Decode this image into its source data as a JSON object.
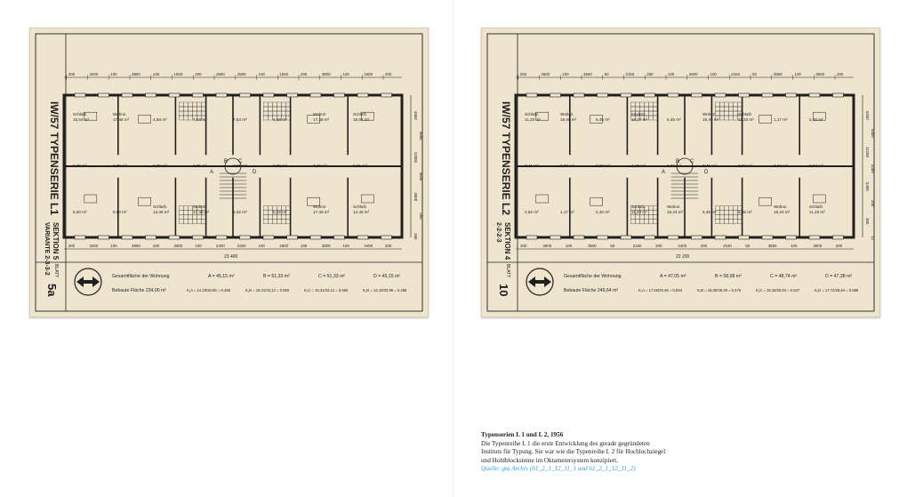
{
  "plates": [
    {
      "series_title": "IW/57 TYPENSERIE L1",
      "section": "SEKTION 5",
      "variant": "VARIANTE 2-3-3-2",
      "sheet_label": "BLATT",
      "sheet_no": "5a",
      "top_dims": [
        "200",
        "3400",
        "100",
        "3800",
        "100",
        "1500",
        "200",
        "2500",
        "2500",
        "100",
        "1500",
        "200",
        "3800",
        "100",
        "3400",
        "200"
      ],
      "bottom_dims": [
        "200",
        "3400",
        "100",
        "3800",
        "100",
        "2800",
        "100",
        "2400",
        "2400",
        "100",
        "2800",
        "100",
        "3800",
        "100",
        "3400",
        "200"
      ],
      "total_width": "23 400",
      "right_dims": [
        "4600",
        "4800",
        "12000",
        "4600",
        "4800",
        "200",
        "360"
      ],
      "rooms": [
        {
          "label": "Schlafz.",
          "area": "15,64 m²"
        },
        {
          "label": "Wohnz.",
          "area": "17,48 m²"
        },
        {
          "label": "",
          "area": "4,58 m²"
        },
        {
          "label": "",
          "area": "7,63 m²"
        },
        {
          "label": "",
          "area": "7,63 m²"
        },
        {
          "label": "",
          "area": "4,58 m²"
        },
        {
          "label": "Wohnz.",
          "area": "17,48 m²"
        },
        {
          "label": "Schlafz.",
          "area": "15,64 m²"
        },
        {
          "label": "",
          "area": "2,25 m²"
        },
        {
          "label": "",
          "area": "3,75 m²"
        },
        {
          "label": "",
          "area": "3,75 m²"
        },
        {
          "label": "",
          "area": "2,25 m²"
        },
        {
          "label": "",
          "area": "2,01 m²"
        },
        {
          "label": "",
          "area": "3,36 m²"
        },
        {
          "label": "",
          "area": "3,36 m²"
        },
        {
          "label": "",
          "area": "2,01 m²"
        },
        {
          "label": "",
          "area": "9,30 m²"
        },
        {
          "label": "",
          "area": "9,50 m²"
        },
        {
          "label": "Schlafz.",
          "area": "13,48 m²"
        },
        {
          "label": "Wohnz.",
          "area": "17,48 m²"
        },
        {
          "label": "",
          "area": "5,32 m²"
        },
        {
          "label": "",
          "area": "5,32 m²"
        },
        {
          "label": "Wohnz.",
          "area": "17,48 m²"
        },
        {
          "label": "Schlafz.",
          "area": "13,48 m²"
        }
      ],
      "stair_labels": [
        "A",
        "B",
        "C",
        "D"
      ],
      "area_row_label": "Gesamtfläche der Wohnung",
      "area_values": [
        "A = 45,15 m²",
        "B = 51,33 m²",
        "C = 51,33 m²",
        "D = 45,15 m²"
      ],
      "built_label": "Bebaute Fläche  234,00 m²",
      "k_values": [
        "K₁A = 14,19/30,96 = 0,458",
        "K₁B = 18,21/33,12 = 0,550",
        "K₁C = 18,21/33,12 = 0,550",
        "K₁D = 14,19/30,96 = 0,458"
      ]
    },
    {
      "series_title": "IW/57 TYPENSERIE L2",
      "section": "SEKTION 4",
      "variant": "2-2-2-3",
      "sheet_label": "BLATT",
      "sheet_no": "10",
      "top_dims": [
        "200",
        "3500",
        "100",
        "3500",
        "50",
        "2150",
        "250",
        "100",
        "2600",
        "100",
        "2150",
        "50",
        "3550",
        "100",
        "3500",
        "200"
      ],
      "bottom_dims": [
        "200",
        "3500",
        "100",
        "3500",
        "50",
        "2150",
        "200",
        "2400",
        "200",
        "2150",
        "50",
        "3550",
        "100",
        "3500",
        "200"
      ],
      "total_width": "22 200",
      "right_dims": [
        "5200",
        "5400",
        "11200",
        "5200",
        "5400",
        "200",
        "300",
        "12"
      ],
      "rooms": [
        {
          "label": "Schlafz.",
          "area": "11,20 m²"
        },
        {
          "label": "Wohnz.",
          "area": "18,46 m²"
        },
        {
          "label": "",
          "area": "6,45 m²"
        },
        {
          "label": "Kinderz.",
          "area": "10,27 m²"
        },
        {
          "label": "",
          "area": "6,45 m²"
        },
        {
          "label": "Wohnz.",
          "area": "18,46 m²"
        },
        {
          "label": "Schlafz.",
          "area": "11,20 m²"
        },
        {
          "label": "",
          "area": "1,17 m²"
        },
        {
          "label": "",
          "area": "2,40 m²"
        },
        {
          "label": "",
          "area": "3,41 m²"
        },
        {
          "label": "",
          "area": "2,82 m²"
        },
        {
          "label": "",
          "area": "5,20 m²"
        },
        {
          "label": "",
          "area": "4,10 m²"
        },
        {
          "label": "",
          "area": "2,82 m²"
        },
        {
          "label": "",
          "area": "3,41 m²"
        },
        {
          "label": "",
          "area": "2,82 m²"
        },
        {
          "label": "",
          "area": "3,74 m²"
        },
        {
          "label": "",
          "area": "2,64 m²"
        },
        {
          "label": "",
          "area": "2,82 m²"
        },
        {
          "label": "",
          "area": "1,17 m²"
        },
        {
          "label": "",
          "area": "2,40 m²"
        },
        {
          "label": "Schlafz.",
          "area": "11,20 m²"
        },
        {
          "label": "Wohnz.",
          "area": "18,44 m²"
        },
        {
          "label": "",
          "area": "6,45 m²"
        },
        {
          "label": "",
          "area": "6,45 m²"
        },
        {
          "label": "Wohnz.",
          "area": "18,44 m²"
        },
        {
          "label": "Schlafz.",
          "area": "11,20 m²"
        }
      ],
      "stair_labels": [
        "A",
        "B",
        "C",
        "D"
      ],
      "area_row_label": "Gesamtfläche der Wohnung",
      "area_values": [
        "A = 47,05 m²",
        "B = 58,98 m²",
        "C = 48,74 m²",
        "D = 47,38 m²"
      ],
      "built_label": "Bebaute Fläche  249,64 m²",
      "k_values": [
        "K₁A = 17,56/29,46 = 0,593",
        "K₁B = 18,05/39,39 = 0,478",
        "K₁C = 18,18/29,64 = 0,647",
        "K₁D = 17,72/29,64 = 0,598"
      ]
    }
  ],
  "caption": {
    "title": "Typenserien L 1 und L 2, 1956",
    "lines": [
      "Die Typenreihe L 1 die erste Entwicklung des gerade gegründeten",
      "Instituts für Typung. Sie war wie die Typenreihe L 2 für Hochlochziegel",
      "und Hohlblocksteine im Oktametersystem konzipiert."
    ],
    "source": "Quelle: gta Archiv (61_2_1_12_11_1 und 61_2_1_12_11_2)"
  },
  "colors": {
    "paper": "#efe5cf",
    "ink": "#1f1f1f",
    "caption_link": "#2a9fd6"
  }
}
